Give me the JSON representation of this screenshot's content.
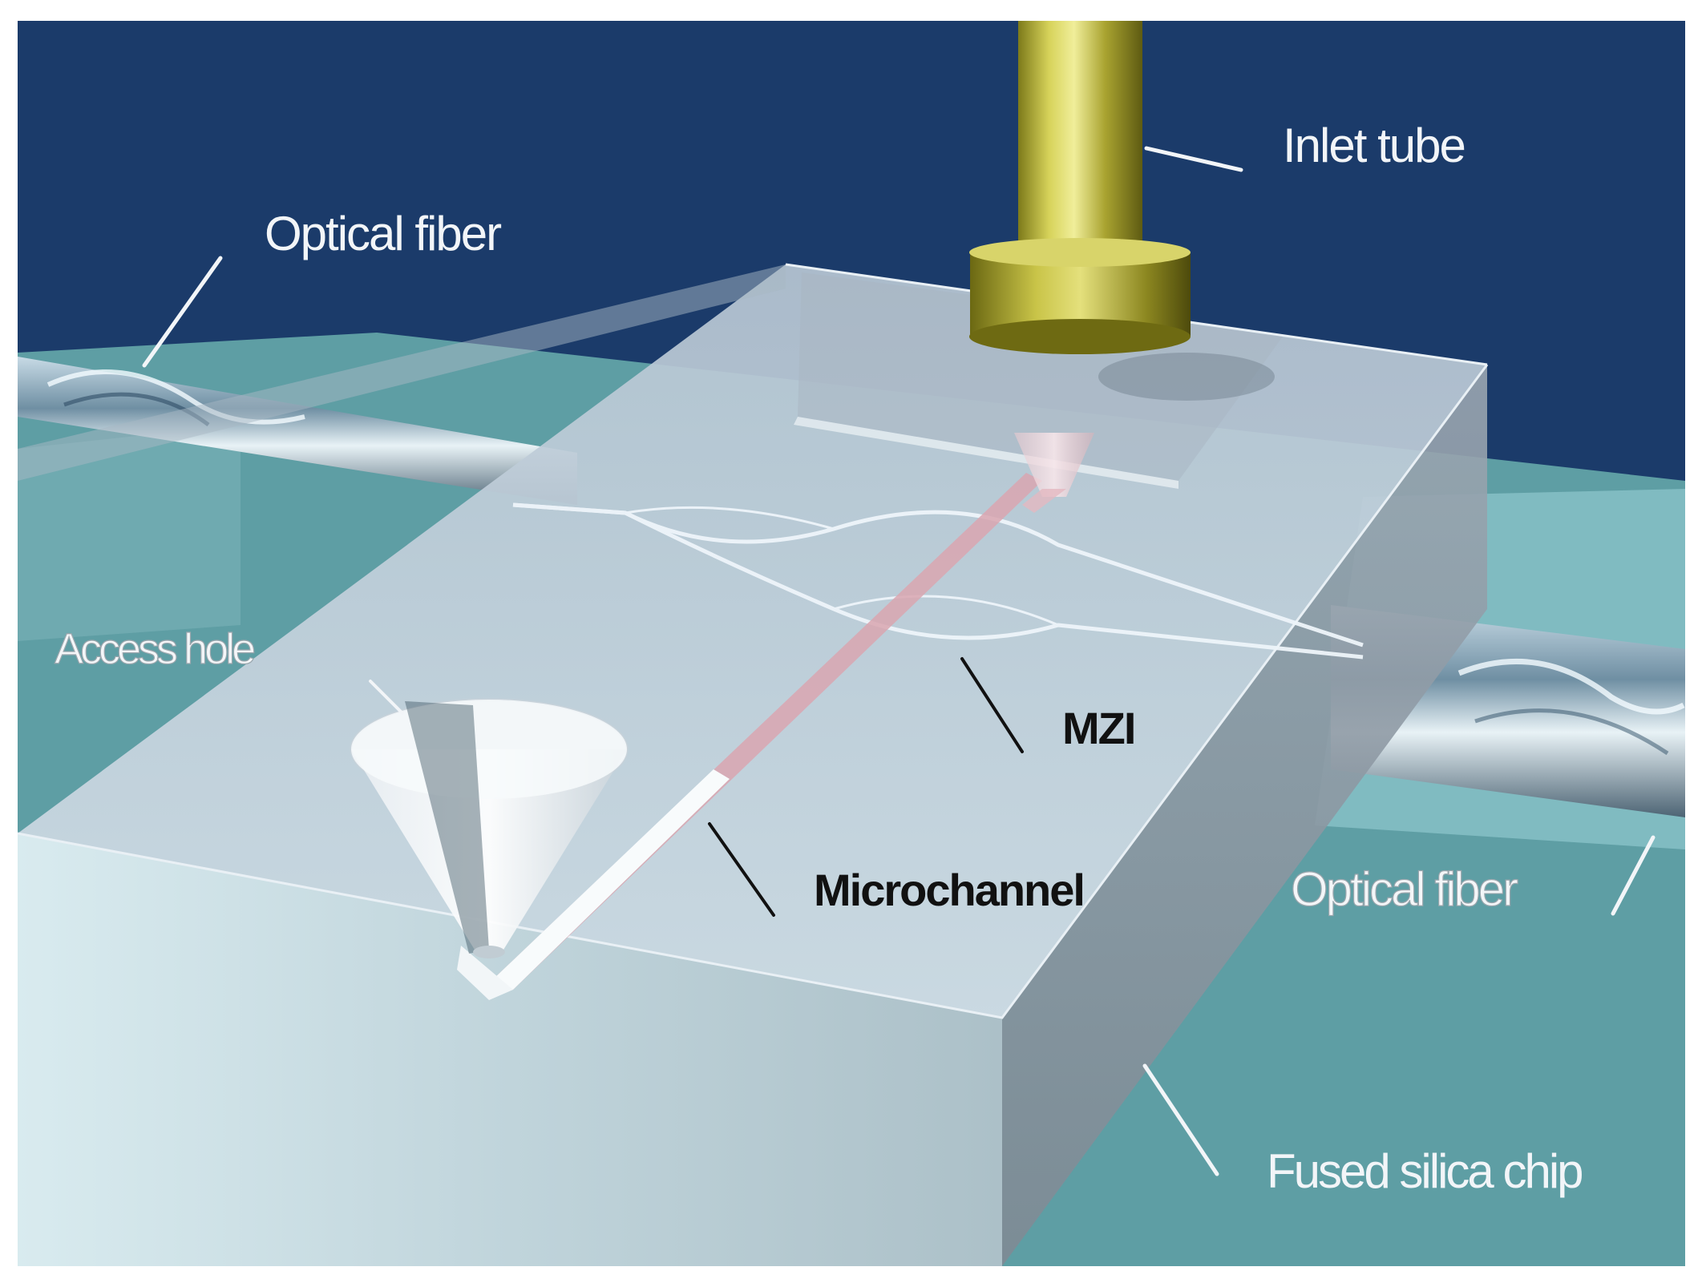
{
  "labels": {
    "inlet_tube": "Inlet tube",
    "optical_fiber_top": "Optical fiber",
    "access_hole": "Access hole",
    "mzi": "MZI",
    "microchannel": "Microchannel",
    "optical_fiber_right": "Optical fiber",
    "fused_silica_chip": "Fused silica chip"
  },
  "colors": {
    "background_navy": "#1b3b6a",
    "substrate_teal": "#5e9ea4",
    "chip_face": "#c9d6e2",
    "tube_gold": "#b8b23a",
    "channel_pink": "#d9a6b0",
    "label_light": "#f2f5f8",
    "label_dark": "#111111"
  }
}
